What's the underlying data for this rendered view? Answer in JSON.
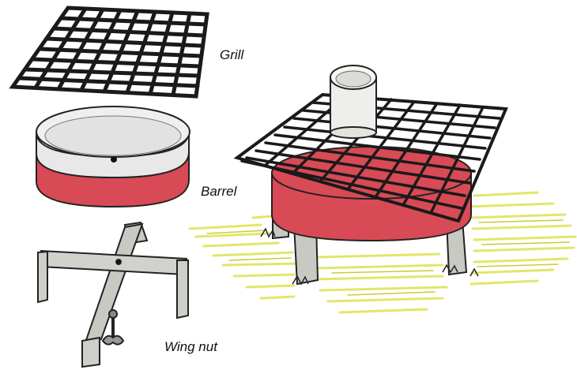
{
  "labels": {
    "grill": "Grill",
    "barrel": "Barrel",
    "wing_nut": "Wing nut"
  },
  "colors": {
    "barrel_red": "#d84a55",
    "grill_line": "#1a1a1a",
    "grass": "#e1e35a",
    "metal_light": "#e6e6e6",
    "stand_grey": "#c9c9c3"
  },
  "icons": [
    "grill-icon",
    "barrel-icon",
    "stand-icon",
    "wing-nut-icon",
    "assembled-stove-icon"
  ]
}
